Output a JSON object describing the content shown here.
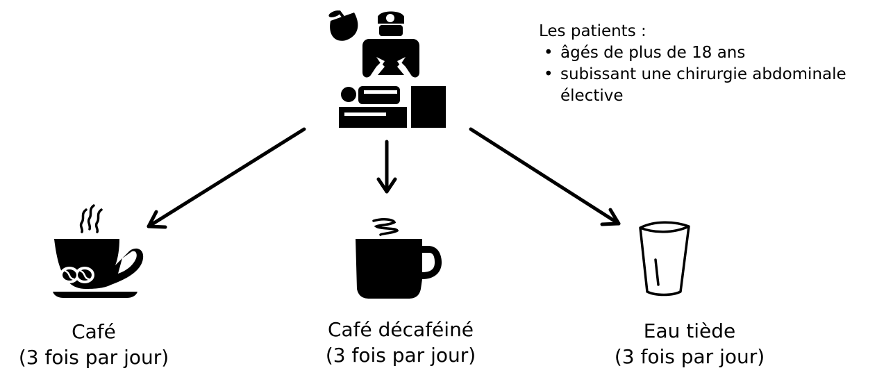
{
  "criteria": {
    "heading": "Les patients :",
    "items": [
      "âgés de plus de 18 ans",
      "subissant une chirurgie abdominale élective"
    ]
  },
  "groups": [
    {
      "name": "Café",
      "frequency": "(3 fois par jour)",
      "icon": "coffee-cup-beans-icon"
    },
    {
      "name": "Café décaféiné",
      "frequency": "(3 fois par jour)",
      "icon": "mug-icon"
    },
    {
      "name": "Eau tiède",
      "frequency": "(3 fois par jour)",
      "icon": "water-glass-icon"
    }
  ],
  "source_icon": "surgery-icon",
  "colors": {
    "foreground": "#000000",
    "background": "#ffffff"
  }
}
